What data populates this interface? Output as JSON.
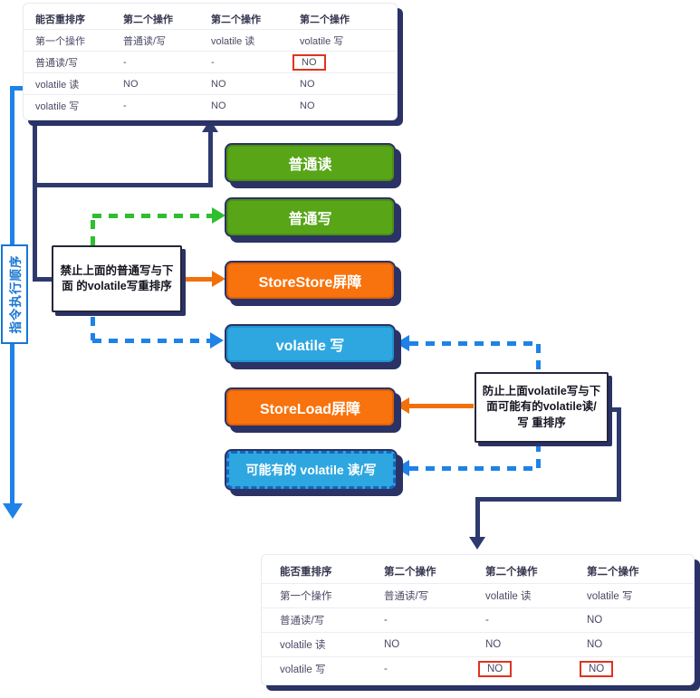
{
  "left_axis": {
    "label": "指令执行顺序"
  },
  "tables": {
    "top": {
      "headers": [
        "能否重排序",
        "第二个操作",
        "第二个操作",
        "第二个操作"
      ],
      "rows": [
        [
          "第一个操作",
          "普通读/写",
          "volatile 读",
          "volatile 写"
        ],
        [
          "普通读/写",
          "-",
          "-",
          "NO"
        ],
        [
          "volatile 读",
          "NO",
          "NO",
          "NO"
        ],
        [
          "volatile 写",
          "-",
          "NO",
          "NO"
        ]
      ],
      "highlights": [
        [
          1,
          3
        ]
      ]
    },
    "bottom": {
      "headers": [
        "能否重排序",
        "第二个操作",
        "第二个操作",
        "第二个操作"
      ],
      "rows": [
        [
          "第一个操作",
          "普通读/写",
          "volatile 读",
          "volatile 写"
        ],
        [
          "普通读/写",
          "-",
          "-",
          "NO"
        ],
        [
          "volatile 读",
          "NO",
          "NO",
          "NO"
        ],
        [
          "volatile 写",
          "-",
          "NO",
          "NO"
        ]
      ],
      "highlights": [
        [
          3,
          2
        ],
        [
          3,
          3
        ]
      ]
    }
  },
  "flow_boxes": [
    {
      "label": "普通读",
      "style": "green"
    },
    {
      "label": "普通写",
      "style": "green"
    },
    {
      "label": "StoreStore屏障",
      "style": "orange"
    },
    {
      "label": "volatile 写",
      "style": "blue"
    },
    {
      "label": "StoreLoad屏障",
      "style": "orange"
    },
    {
      "label": "可能有的 volatile 读/写",
      "style": "blue-dashed"
    }
  ],
  "callouts": {
    "left": "禁止上面的普通写与下面 的volatile写重排序",
    "right": "防止上面volatile写与下 面可能有的volatile读/写 重排序"
  },
  "colors": {
    "green_box": "#58a618",
    "orange_box": "#f8730d",
    "blue_box": "#2ea7e0",
    "navy_connector": "#2e3a6e",
    "bright_blue": "#1e82e8",
    "green_dash": "#2fbe2f",
    "orange_line": "#f2700c",
    "highlight_red": "#e0331f"
  }
}
